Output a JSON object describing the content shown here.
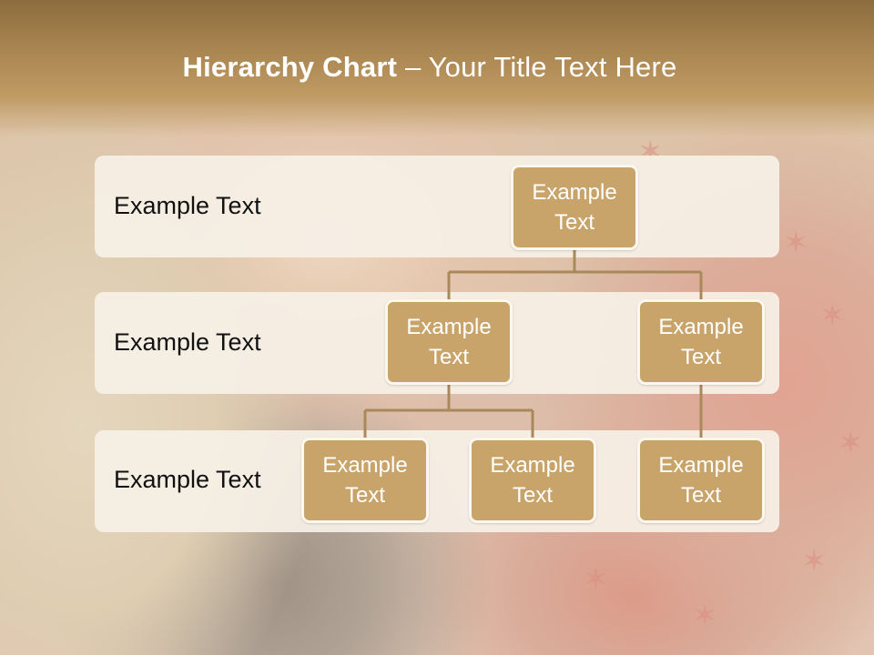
{
  "title": {
    "bold": "Hierarchy Chart",
    "dash": " – ",
    "rest": "Your Title Text Here"
  },
  "levels": [
    {
      "label": "Example Text"
    },
    {
      "label": "Example Text"
    },
    {
      "label": "Example Text"
    }
  ],
  "nodes": {
    "root": {
      "text": "Example Text"
    },
    "level2_left": {
      "text": "Example Text"
    },
    "level2_right": {
      "text": "Example Text"
    },
    "level3_left": {
      "text": "Example Text"
    },
    "level3_middle": {
      "text": "Example Text"
    },
    "level3_right": {
      "text": "Example Text"
    }
  },
  "colors": {
    "node_fill": "#c8a46a",
    "node_border": "#fdf7ee",
    "connector": "#a9885a",
    "band": "#f6f0e6"
  }
}
